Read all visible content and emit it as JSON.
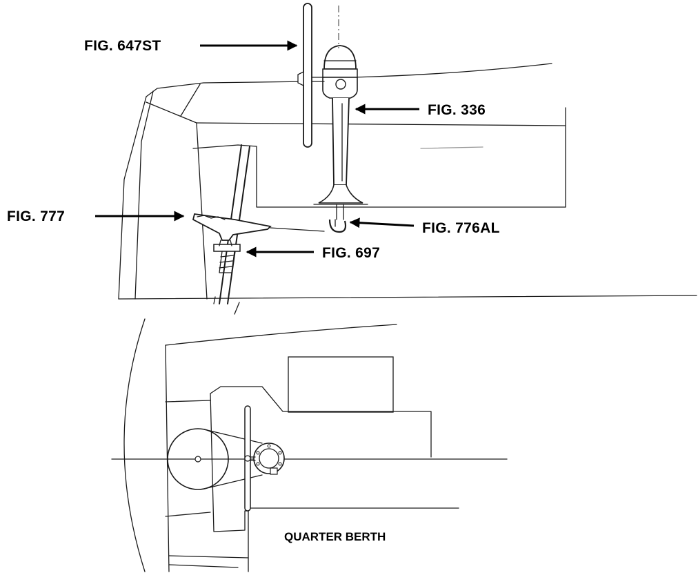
{
  "labels": {
    "fig_647st": "FIG. 647ST",
    "fig_336": "FIG. 336",
    "fig_777": "FIG. 777",
    "fig_776al": "FIG. 776AL",
    "fig_697": "FIG. 697",
    "quarter_berth": "QUARTER BERTH"
  }
}
